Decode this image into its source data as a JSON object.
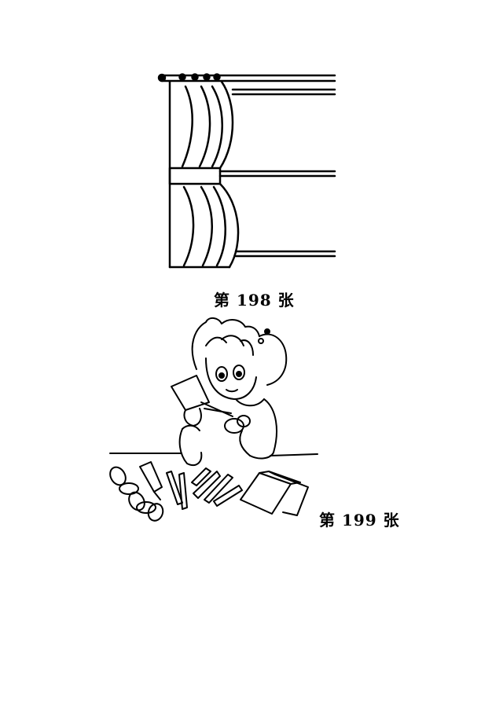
{
  "captions": {
    "first": "第 198 张",
    "second": "第 199 张"
  },
  "illustrations": {
    "first": "curtain",
    "second": "girl-cutting-paper"
  }
}
